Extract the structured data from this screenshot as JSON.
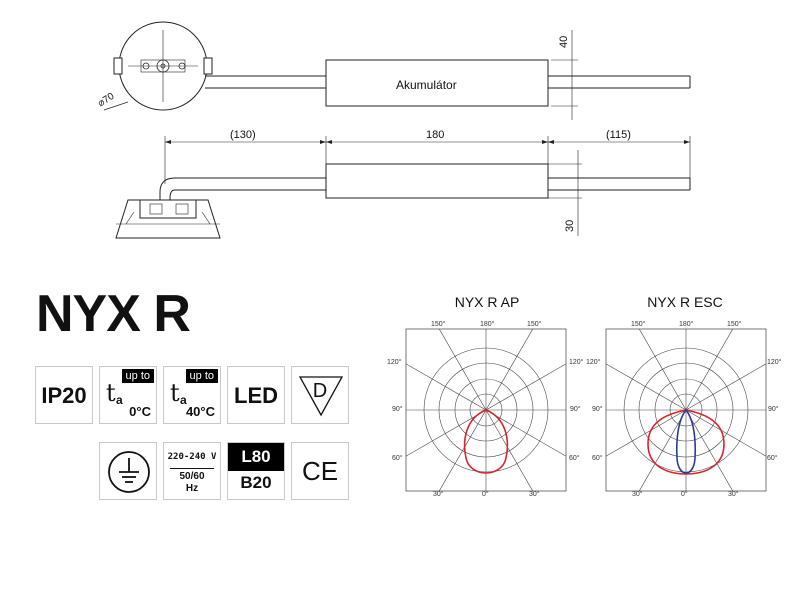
{
  "drawing": {
    "accumulator_label": "Akumulátor",
    "diameter_label": "⌀70",
    "dim_130": "130",
    "dim_180": "180",
    "dim_115": "115",
    "dim_40": "40",
    "dim_30": "30"
  },
  "product": {
    "title": "NYX R"
  },
  "badges": {
    "ip": "IP20",
    "temp1_tag": "up to",
    "temp1_value": "0°C",
    "temp2_tag": "up to",
    "temp2_value": "40°C",
    "led": "LED",
    "driver_symbol": "D",
    "voltage": "220-240 V",
    "frequency": "50/60",
    "hz": "Hz",
    "l80": "L80",
    "b20": "B20",
    "ce": "CE",
    "ta_symbol": "t",
    "ta_sub": "a"
  },
  "polar": {
    "left": {
      "title": "NYX R AP",
      "labels": {
        "a150l": "150°",
        "a180": "180°",
        "a150r": "150°",
        "a120l": "120°",
        "a120r": "120°",
        "a90l": "90°",
        "a90r": "90°",
        "a60l": "60°",
        "a60r": "60°",
        "a30l": "30°",
        "a0": "0°",
        "a30r": "30°"
      }
    },
    "right": {
      "title": "NYX R ESC",
      "labels": {
        "a150l": "150°",
        "a180": "180°",
        "a150r": "150°",
        "a120l": "120°",
        "a120r": "120°",
        "a90l": "90°",
        "a90r": "90°",
        "a60l": "60°",
        "a60r": "60°",
        "a30l": "30°",
        "a0": "0°",
        "a30r": "30°"
      }
    },
    "colors": {
      "red": "#d9232b",
      "blue": "#2a3a9c"
    }
  }
}
